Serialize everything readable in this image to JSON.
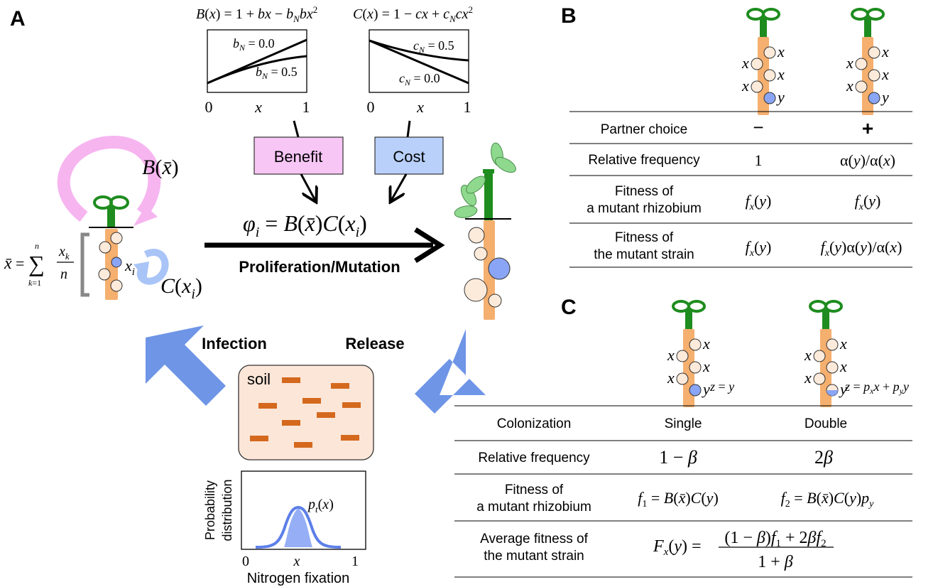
{
  "panels": {
    "a": "A",
    "b": "B",
    "c": "C"
  },
  "panel_a": {
    "benefit_formula": "B(x) = 1 + bx − b_N bx²",
    "cost_formula": "C(x) = 1 − cx + c_N cx²",
    "benefit_plot": {
      "curve_labels": [
        "b_N = 0.0",
        "b_N = 0.5"
      ],
      "x_ticks": [
        "0",
        "x",
        "1"
      ]
    },
    "cost_plot": {
      "curve_labels": [
        "c_N = 0.5",
        "c_N = 0.0"
      ],
      "x_ticks": [
        "0",
        "x",
        "1"
      ]
    },
    "benefit_box": "Benefit",
    "cost_box": "Cost",
    "b_of_xbar": "B(x̄)",
    "c_of_xi": "C(x_i)",
    "xi_label": "x_i",
    "xbar_formula": "x̄ = Σ_{k=1}^{n} x_k / n",
    "phi_formula": "φ_i = B(x̄)C(x_i)",
    "proliferation_label": "Proliferation/Mutation",
    "infection_label": "Infection",
    "release_label": "Release",
    "soil_label": "soil",
    "dist_plot": {
      "ylabel_line1": "Probability",
      "ylabel_line2": "distribution",
      "curve_label": "p_t(x)",
      "x_ticks": [
        "0",
        "x",
        "1"
      ],
      "xlabel": "Nitrogen fixation"
    },
    "colors": {
      "benefit_fill": "#F7C6F5",
      "cost_fill": "#B9D0FA",
      "pink_arrow": "#F7B5F0",
      "blue_small_arrow": "#A9C4F7",
      "blue_arrow": "#6E95E6",
      "root": "#F5AF6E",
      "stem": "#1E8C1E",
      "leaf": "#8ED98E",
      "nodule": "#FCEADA",
      "mutant_nodule": "#8AA5F5",
      "soil_fill": "#FCE6D8",
      "soil_bar": "#D4691E",
      "dist_curve": "#5C7FE8"
    }
  },
  "panel_b": {
    "plant_labels": [
      [
        "x",
        "x"
      ],
      [
        "x",
        "x"
      ],
      [
        "x",
        "y"
      ]
    ],
    "rows": [
      {
        "label": [
          "Partner choice"
        ],
        "col1": "−",
        "col2": "+"
      },
      {
        "label": [
          "Relative frequency"
        ],
        "col1": "1",
        "col2": "α(y)/α(x)"
      },
      {
        "label": [
          "Fitness of",
          "a mutant rhizobium"
        ],
        "col1": "f_x(y)",
        "col2": "f_x(y)"
      },
      {
        "label": [
          "Fitness of",
          "the mutant strain"
        ],
        "col1": "f_x(y)",
        "col2": "f_x(y)α(y)/α(x)"
      }
    ]
  },
  "panel_c": {
    "z_single": "z = y",
    "z_double": "z = p_x x + p_y y",
    "rows": [
      {
        "label": [
          "Colonization"
        ],
        "col1": "Single",
        "col2": "Double"
      },
      {
        "label": [
          "Relative frequency"
        ],
        "col1": "1 − β",
        "col2": "2β"
      },
      {
        "label": [
          "Fitness of",
          "a mutant rhizobium"
        ],
        "col1": "f₁ = B(x̄)C(y)",
        "col2": "f₂ = B(x̄)C(y)p_y"
      },
      {
        "label": [
          "Average fitness of",
          "the mutant strain"
        ],
        "col1": "F_x(y) = ((1 − β)f₁ + 2βf₂) / (1 + β)",
        "col2": ""
      }
    ]
  }
}
